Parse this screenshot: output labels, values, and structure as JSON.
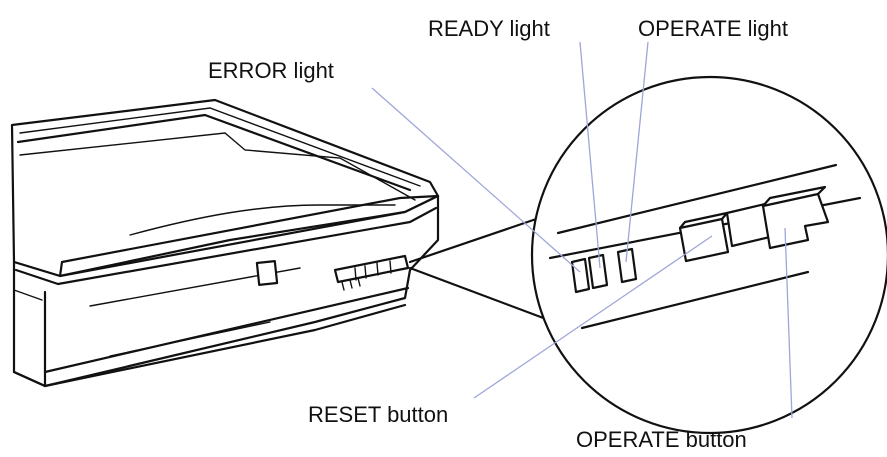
{
  "colors": {
    "outline": "#111111",
    "leader": "#9fa6d8",
    "background": "#ffffff"
  },
  "labels": {
    "ready_light": "READY light",
    "operate_light": "OPERATE light",
    "error_light": "ERROR light",
    "reset_button": "RESET button",
    "operate_button": "OPERATE button"
  }
}
